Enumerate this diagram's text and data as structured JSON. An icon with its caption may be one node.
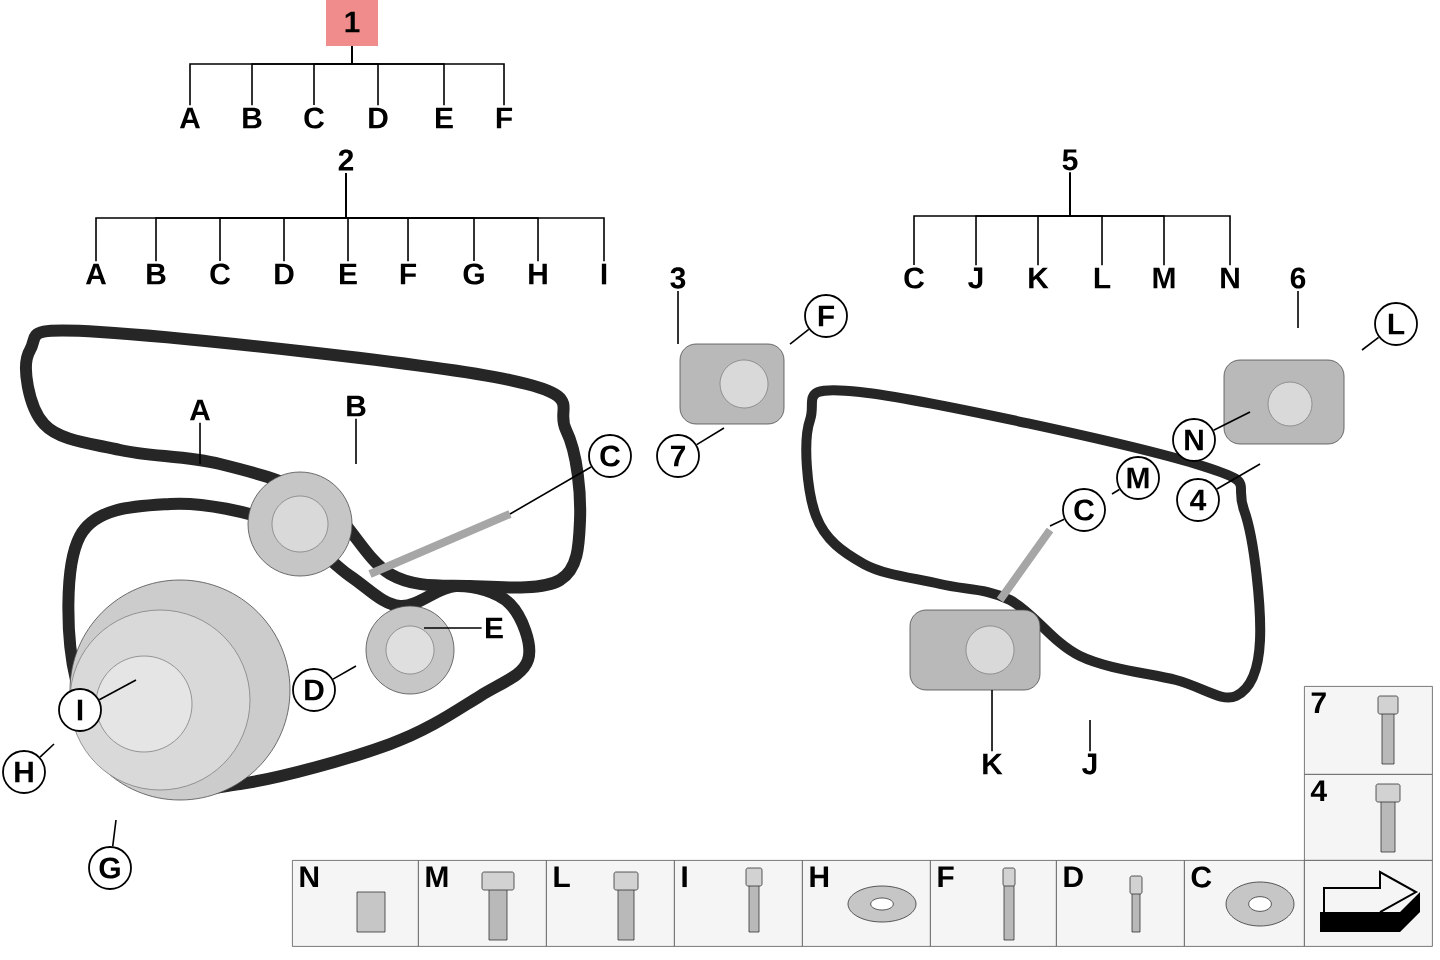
{
  "diagram": {
    "nodes": [
      {
        "text": [
          "1"
        ]
      },
      {
        "text": [
          "A"
        ]
      },
      {
        "text": [
          "B"
        ]
      },
      {
        "text": [
          "C"
        ]
      },
      {
        "text": [
          "D"
        ]
      },
      {
        "text": [
          "E"
        ]
      },
      {
        "text": [
          "F"
        ]
      },
      {
        "text": [
          "2"
        ]
      },
      {
        "text": [
          "A"
        ]
      },
      {
        "text": [
          "B"
        ]
      },
      {
        "text": [
          "C"
        ]
      },
      {
        "text": [
          "D"
        ]
      },
      {
        "text": [
          "E"
        ]
      },
      {
        "text": [
          "F"
        ]
      },
      {
        "text": [
          "G"
        ]
      },
      {
        "text": [
          "H"
        ]
      },
      {
        "text": [
          "I"
        ]
      },
      {
        "text": [
          "5"
        ]
      },
      {
        "text": [
          "C"
        ]
      },
      {
        "text": [
          "J"
        ]
      },
      {
        "text": [
          "K"
        ]
      },
      {
        "text": [
          "L"
        ]
      },
      {
        "text": [
          "M"
        ]
      },
      {
        "text": [
          "N"
        ]
      },
      {
        "text": [
          "3"
        ]
      },
      {
        "text": [
          "6"
        ]
      },
      {
        "text": [
          "A"
        ]
      },
      {
        "text": [
          "B"
        ]
      },
      {
        "text": [
          "C"
        ]
      },
      {
        "text": [
          "7"
        ]
      },
      {
        "text": [
          "F"
        ]
      },
      {
        "text": [
          "E"
        ]
      },
      {
        "text": [
          "D"
        ]
      },
      {
        "text": [
          "I"
        ]
      },
      {
        "text": [
          "H"
        ]
      },
      {
        "text": [
          "G"
        ]
      },
      {
        "text": [
          "L"
        ]
      },
      {
        "text": [
          "N"
        ]
      },
      {
        "text": [
          "M"
        ]
      },
      {
        "text": [
          "4"
        ]
      },
      {
        "text": [
          "C"
        ]
      },
      {
        "text": [
          "K"
        ]
      },
      {
        "text": [
          "J"
        ]
      },
      {
        "text": [
          "7"
        ]
      },
      {
        "text": [
          "4"
        ]
      },
      {
        "text": [
          "N"
        ]
      },
      {
        "text": [
          "M"
        ]
      },
      {
        "text": [
          "L"
        ]
      },
      {
        "text": [
          "I"
        ]
      },
      {
        "text": [
          "H"
        ]
      },
      {
        "text": [
          "F"
        ]
      },
      {
        "text": [
          "D"
        ]
      },
      {
        "text": [
          "C"
        ]
      },
      {
        "text": [],
        "shape": "box"
      }
    ],
    "edges": [
      {
        "from": 0,
        "to": 1,
        "arrow": "none"
      },
      {
        "from": 0,
        "to": 2,
        "arrow": "none"
      },
      {
        "from": 0,
        "to": 3,
        "arrow": "none"
      },
      {
        "from": 0,
        "to": 4,
        "arrow": "none"
      },
      {
        "from": 0,
        "to": 5,
        "arrow": "none"
      },
      {
        "from": 0,
        "to": 6,
        "arrow": "none"
      },
      {
        "from": 7,
        "to": 8,
        "arrow": "none"
      },
      {
        "from": 7,
        "to": 9,
        "arrow": "none"
      },
      {
        "from": 7,
        "to": 10,
        "arrow": "none"
      },
      {
        "from": 7,
        "to": 11,
        "arrow": "none"
      },
      {
        "from": 7,
        "to": 12,
        "arrow": "none"
      },
      {
        "from": 7,
        "to": 13,
        "arrow": "none"
      },
      {
        "from": 7,
        "to": 14,
        "arrow": "none"
      },
      {
        "from": 7,
        "to": 15,
        "arrow": "none"
      },
      {
        "from": 7,
        "to": 16,
        "arrow": "none"
      },
      {
        "from": 17,
        "to": 18,
        "arrow": "none"
      },
      {
        "from": 17,
        "to": 19,
        "arrow": "none"
      },
      {
        "from": 17,
        "to": 20,
        "arrow": "none"
      },
      {
        "from": 17,
        "to": 21,
        "arrow": "none"
      },
      {
        "from": 17,
        "to": 22,
        "arrow": "none"
      },
      {
        "from": 17,
        "to": 23,
        "arrow": "none"
      },
      {
        "from": 24,
        "to": null,
        "arrow": "none"
      },
      {
        "from": 25,
        "to": null,
        "arrow": "none"
      },
      {
        "from": 26,
        "to": null,
        "arrow": "none"
      },
      {
        "from": 27,
        "to": null,
        "arrow": "none"
      },
      {
        "from": 28,
        "to": null,
        "arrow": "none"
      },
      {
        "from": 29,
        "to": null,
        "arrow": "none"
      },
      {
        "from": 30,
        "to": null,
        "arrow": "none"
      },
      {
        "from": 31,
        "to": null,
        "arrow": "none"
      },
      {
        "from": 32,
        "to": null,
        "arrow": "none"
      },
      {
        "from": 33,
        "to": null,
        "arrow": "none"
      },
      {
        "from": 34,
        "to": null,
        "arrow": "none"
      },
      {
        "from": 35,
        "to": null,
        "arrow": "none"
      },
      {
        "from": 36,
        "to": null,
        "arrow": "none"
      },
      {
        "from": 37,
        "to": null,
        "arrow": "none"
      },
      {
        "from": 38,
        "to": null,
        "arrow": "none"
      },
      {
        "from": 39,
        "to": null,
        "arrow": "none"
      },
      {
        "from": 40,
        "to": null,
        "arrow": "none"
      },
      {
        "from": 41,
        "to": null,
        "arrow": "none"
      },
      {
        "from": 42,
        "to": null,
        "arrow": "none"
      }
    ]
  }
}
